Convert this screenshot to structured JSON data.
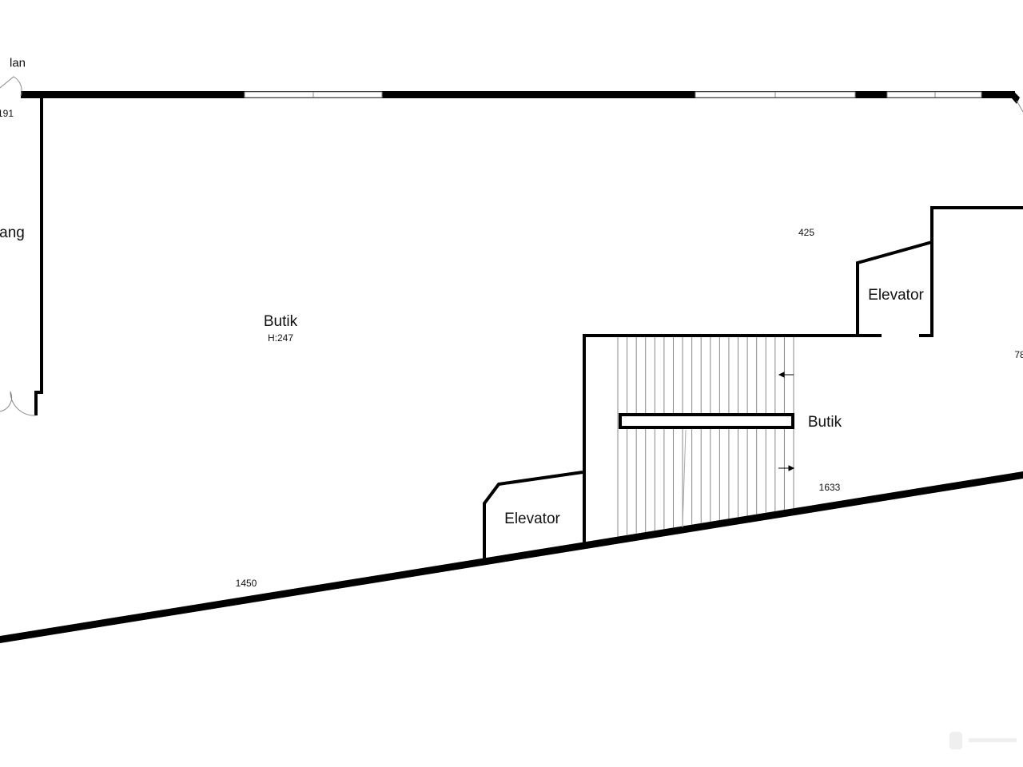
{
  "rooms": {
    "left_partial_top": "lan",
    "left_partial_mid": "ang",
    "main_shop": "Butik",
    "main_shop_height": "H:247",
    "elevator_upper": "Elevator",
    "elevator_lower": "Elevator",
    "shop_right": "Butik"
  },
  "dimensions": {
    "left_191": "191",
    "top_425": "425",
    "right_78": "78",
    "bottom_1450": "1450",
    "bottom_1633": "1633"
  },
  "colors": {
    "wall": "#000000",
    "thin_line": "#888888",
    "background": "#ffffff"
  }
}
